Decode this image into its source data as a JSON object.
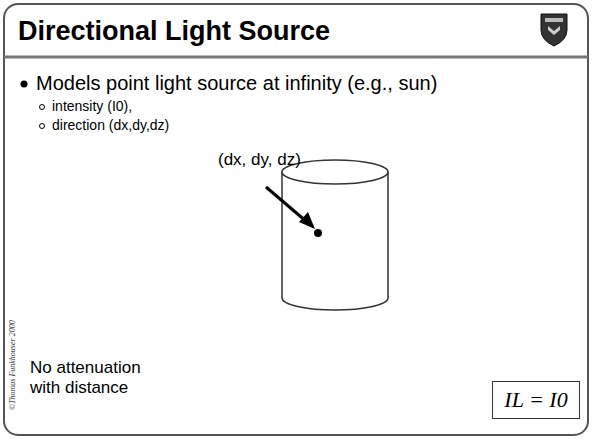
{
  "diagram": {
    "title": "Directional Light Source",
    "nodes": [
      {
        "text": [
          "IL = I0"
        ]
      }
    ],
    "labels": [
      "Models point light source at infinity (e.g., sun)",
      "intensity (I0),",
      "direction (dx,dy,dz)",
      "(dx, dy, dz)",
      "No attenuation with distance",
      "©Thomas Funkhouser 2000"
    ]
  }
}
